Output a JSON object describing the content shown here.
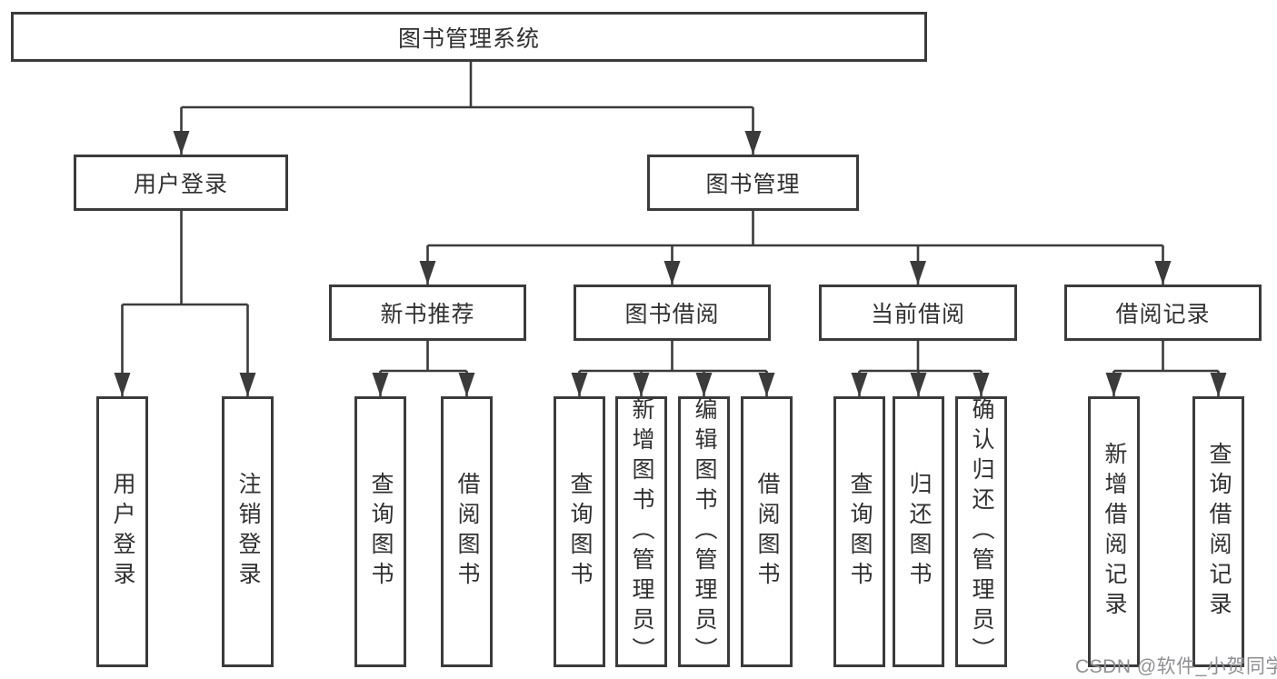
{
  "tree": {
    "label": "图书管理系统",
    "children": [
      {
        "label": "用户登录",
        "children": [
          {
            "label": "用户登录"
          },
          {
            "label": "注销登录"
          }
        ]
      },
      {
        "label": "图书管理",
        "children": [
          {
            "label": "新书推荐",
            "children": [
              {
                "label": "查询图书"
              },
              {
                "label": "借阅图书"
              }
            ]
          },
          {
            "label": "图书借阅",
            "children": [
              {
                "label": "查询图书"
              },
              {
                "label": "新增图书（管理员）"
              },
              {
                "label": "编辑图书（管理员）"
              },
              {
                "label": "借阅图书"
              }
            ]
          },
          {
            "label": "当前借阅",
            "children": [
              {
                "label": "查询图书"
              },
              {
                "label": "归还图书"
              },
              {
                "label": "确认归还（管理员）"
              }
            ]
          },
          {
            "label": "借阅记录",
            "children": [
              {
                "label": "新增借阅记录"
              },
              {
                "label": "查询借阅记录"
              }
            ]
          }
        ]
      }
    ]
  },
  "watermark": "CSDN @软件_小贺同学",
  "colors": {
    "line": "#3b3b3b",
    "box_border": "#3b3b3b",
    "text": "#303030",
    "watermark": "#8f8f94",
    "background": "#ffffff"
  }
}
